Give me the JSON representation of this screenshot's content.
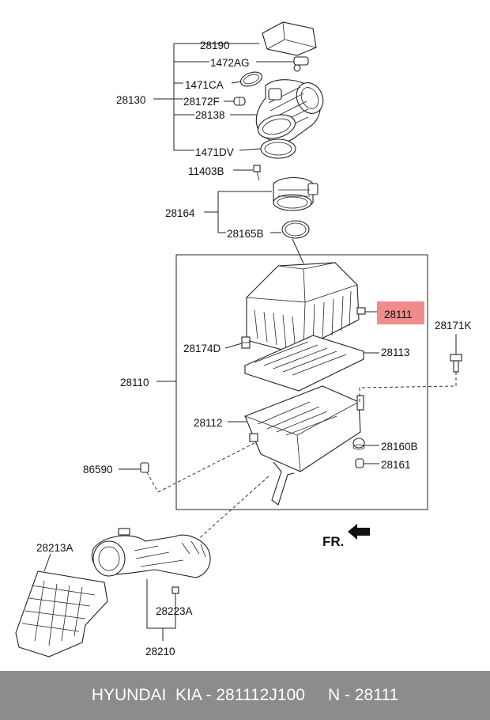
{
  "labels": {
    "l28190": "28190",
    "l1472AG": "1472AG",
    "l1471CA": "1471CA",
    "l28130": "28130",
    "l28172F": "28172F",
    "l28138": "28138",
    "l1471DV": "1471DV",
    "l11403B": "11403B",
    "l28164": "28164",
    "l28165B": "28165B",
    "l28111": "28111",
    "l28171K": "28171K",
    "l28174D": "28174D",
    "l28113": "28113",
    "l28110": "28110",
    "l28112": "28112",
    "l28160B": "28160B",
    "l86590": "86590",
    "l28161": "28161",
    "lFR": "FR.",
    "l28213A": "28213A",
    "l28223A": "28223A",
    "l28210": "28210"
  },
  "highlight_color": "#f08c8c",
  "footer": {
    "text": "HYUNDAI  KIA - 281112J100     N - 28111"
  }
}
